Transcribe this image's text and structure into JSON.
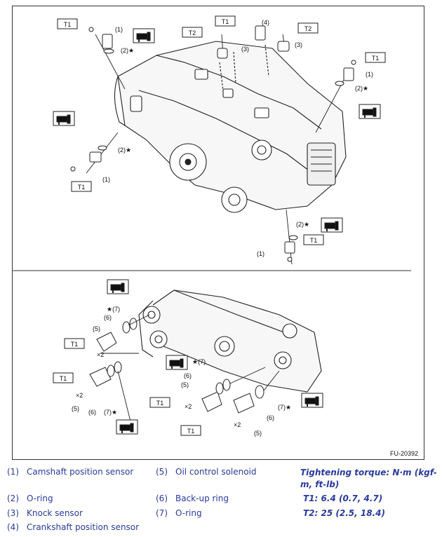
{
  "figure": {
    "code": "FU-20392",
    "torque_box_labels": {
      "t1": "T1",
      "t2": "T2"
    },
    "callouts": {
      "c1": "(1)",
      "c2": "(2)",
      "c3": "(3)",
      "c4": "(4)",
      "c5": "(5)",
      "c6": "(6)",
      "c7": "(7)",
      "c2star": "(2)★",
      "c7star": "(7)★",
      "star7": "★(7)",
      "x2": "×2"
    }
  },
  "legend": {
    "items": [
      {
        "num": "(1)",
        "text": "Camshaft position sensor"
      },
      {
        "num": "(2)",
        "text": "O-ring"
      },
      {
        "num": "(3)",
        "text": "Knock sensor"
      },
      {
        "num": "(4)",
        "text": "Crankshaft position sensor"
      },
      {
        "num": "(5)",
        "text": "Oil control solenoid"
      },
      {
        "num": "(6)",
        "text": "Back-up ring"
      },
      {
        "num": "(7)",
        "text": "O-ring"
      }
    ],
    "torque_title": "Tightening torque: N·m (kgf-m, ft-lb)",
    "torques": [
      {
        "id": "T1:",
        "value": "6.4 (0.7, 4.7)"
      },
      {
        "id": "T2:",
        "value": "25 (2.5, 18.4)"
      }
    ]
  }
}
